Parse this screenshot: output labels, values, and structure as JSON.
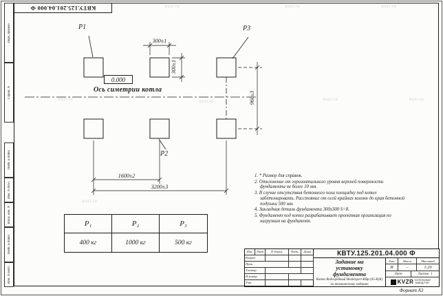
{
  "watermark": "kvzr.ru",
  "sheet": {
    "top_designation": "КВТУ.125.201.04.000 Ф",
    "format_label": "Формат А3"
  },
  "margin_blocks": [
    {
      "label": "Перв. примен."
    },
    {
      "label": "Справ. N"
    },
    {
      "label": "Подп. и дата"
    },
    {
      "label": "Инв. N дубл."
    },
    {
      "label": "Взам. инв. N"
    },
    {
      "label": "Подп. и дата"
    },
    {
      "label": "Инв. N подл."
    }
  ],
  "drawing": {
    "p1": "Р1",
    "p2": "Р2",
    "p3": "Р3",
    "elevation": "0.000",
    "axis_label": "Ось симетрии котла",
    "dim_300h": "300±1",
    "dim_300v": "300±1",
    "dim_960": "960±3",
    "dim_1600": "1600±2",
    "dim_3200": "3200±3"
  },
  "notes": [
    "1. * Размер для справок.",
    "2. Отклонение от горизонтального уровня верхней поверхности фундамента не более 10 мм.",
    "3. В случае отсутствия бетонного пола площадку под котел забетонировать. Расстояние от осей крайних колонн до края бетонной подушки 500 мм.",
    "4. Закладная деталь фундамента 300х300 S=8.",
    "5. Фундамент под котел разрабатывает проектная организация по нагрузкам на фундамент."
  ],
  "load_table": {
    "headers": [
      "Р₁",
      "Р₂",
      "Р₃"
    ],
    "values": [
      "400 кг",
      "1000 кг",
      "500 кг"
    ]
  },
  "title_block": {
    "designation": "КВТУ.125.201.04.000 Ф",
    "title": "Задание на установку фундамента",
    "product_line1": "Котел Водогрейный Heatexpert-КВр-(45-К(К)",
    "product_line2": "по техническому заданию",
    "header_cols": [
      "Изм.",
      "Лист",
      "N докум.",
      "Подп.",
      "Дата"
    ],
    "roles": [
      "Разраб.",
      "Пров.",
      "Т.контр.",
      "Н.контр.",
      "Утв."
    ],
    "lit_headers": [
      "Лит.",
      "Масса",
      "Масштаб"
    ],
    "lit_values": [
      "И",
      "-",
      "1:20"
    ],
    "sheet_label": "Лист",
    "sheets_label": "Листов",
    "sheets_count": "1",
    "logo_text": "KVZR",
    "logo_caption": "КОТЕЛЬНЫЙ ЗАВОД РЭП"
  }
}
